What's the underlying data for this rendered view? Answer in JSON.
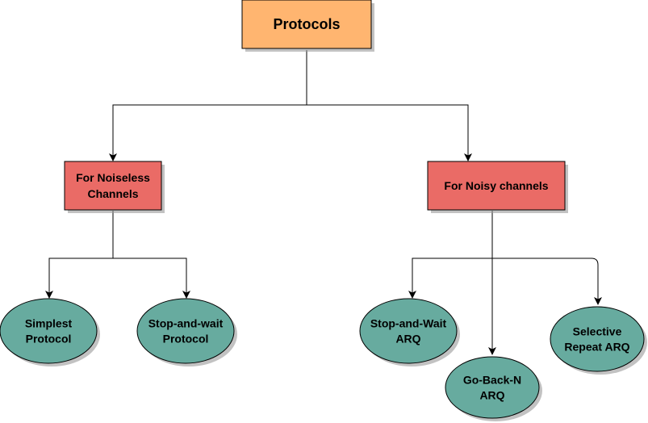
{
  "colors": {
    "root_fill": "#ffb570",
    "category_fill": "#ea6b66",
    "leaf_fill": "#67ab9f",
    "stroke": "#000000",
    "shadow": "#999999"
  },
  "root": {
    "label": "Protocols"
  },
  "categories": [
    {
      "label": "For Noiseless\nChannels"
    },
    {
      "label": "For Noisy channels"
    }
  ],
  "leaves": [
    {
      "label": "Simplest\nProtocol"
    },
    {
      "label": "Stop-and-wait\nProtocol"
    },
    {
      "label": "Stop-and-Wait\nARQ"
    },
    {
      "label": "Go-Back-N\nARQ"
    },
    {
      "label": "Selective\nRepeat ARQ"
    }
  ]
}
